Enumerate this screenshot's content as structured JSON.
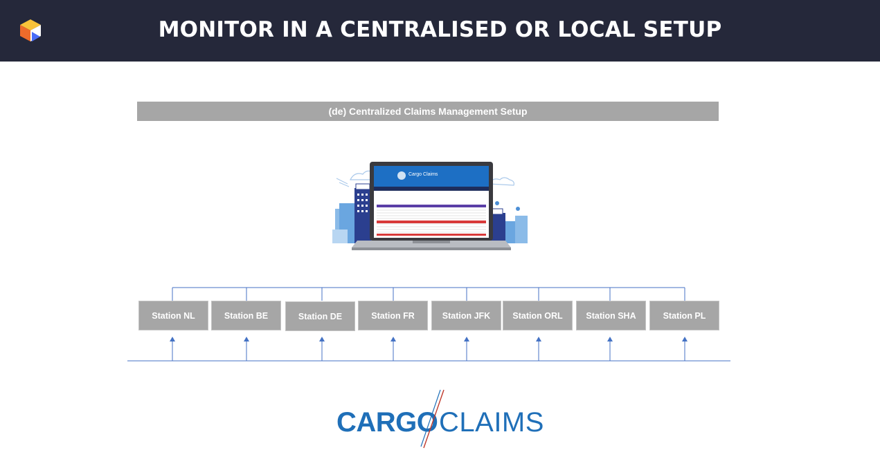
{
  "header": {
    "title": "MONITOR IN A CENTRALISED OR LOCAL SETUP",
    "logo_icon": "isometric-cube-logo-icon",
    "background_color": "#25283a"
  },
  "diagram": {
    "banner_title": "(de) Centralized Claims Management Setup",
    "banner_color": "#a6a6a6",
    "connector_color": "#4472c4",
    "center_illustration": {
      "icon": "laptop-city-illustration",
      "screen_title": "Cargo Claims"
    },
    "stations": [
      {
        "label": "Station NL"
      },
      {
        "label": "Station BE"
      },
      {
        "label": "Station DE"
      },
      {
        "label": "Station FR"
      },
      {
        "label": "Station JFK"
      },
      {
        "label": "Station ORL"
      },
      {
        "label": "Station SHA"
      },
      {
        "label": "Station PL"
      }
    ]
  },
  "brand": {
    "word_bold": "CARGO",
    "word_light": "CLAIMS",
    "brand_color": "#1f6fb8",
    "accent_color": "#c0392b"
  }
}
